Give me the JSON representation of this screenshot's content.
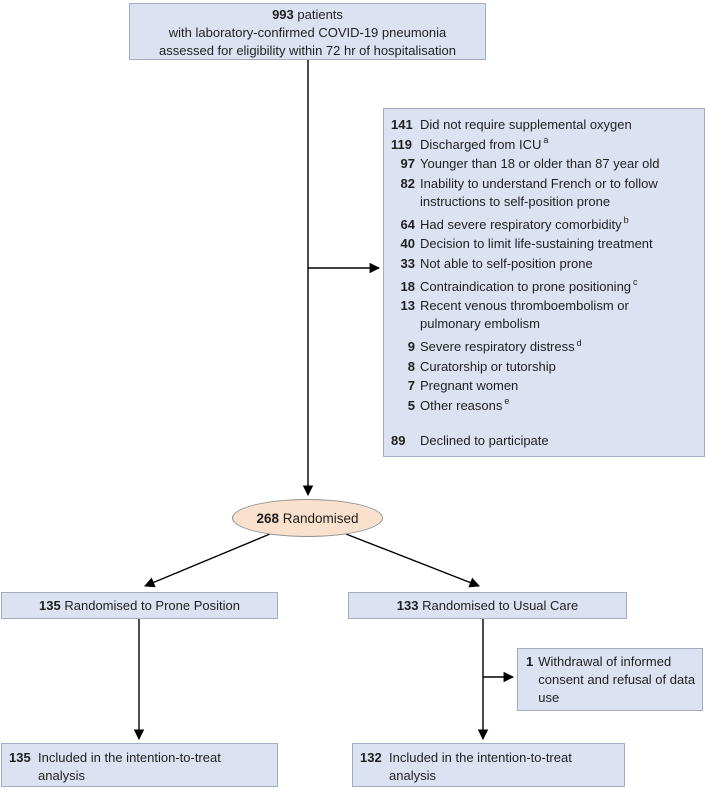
{
  "colors": {
    "box_fill": "#dbe3f2",
    "box_border": "#a3adbf",
    "ellipse_fill": "#f9e1cd",
    "ellipse_border": "#8f8f8f",
    "arrow": "#000000"
  },
  "top_box": {
    "number": "993",
    "line1_rest": " patients",
    "line2": "with laboratory-confirmed COVID-19 pneumonia",
    "line3": "assessed for eligibility within 72 hr of hospitalisation"
  },
  "exclusion_box": {
    "items": [
      {
        "number": "141",
        "text": "Did not require supplemental oxygen",
        "level": "main"
      },
      {
        "number": "119",
        "text": "Discharged from ICU",
        "sup": "a",
        "level": "main"
      },
      {
        "number": "97",
        "text": "Younger than 18 or older than 87 year old",
        "level": "sub"
      },
      {
        "number": "82",
        "text": "Inability to understand French or to follow",
        "text2": "instructions to self-position prone",
        "level": "sub"
      },
      {
        "number": "64",
        "text": "Had severe respiratory comorbidity",
        "sup": "b",
        "level": "sub",
        "gap": "small"
      },
      {
        "number": "40",
        "text": "Decision to limit life-sustaining treatment",
        "level": "sub"
      },
      {
        "number": "33",
        "text": "Not able to self-position prone",
        "level": "sub"
      },
      {
        "number": "18",
        "text": "Contraindication to prone positioning",
        "sup": "c",
        "level": "sub",
        "gap": "small"
      },
      {
        "number": "13",
        "text": "Recent venous thromboembolism or",
        "text2": "pulmonary embolism",
        "level": "sub"
      },
      {
        "number": "9",
        "text": "Severe respiratory distress",
        "sup": "d",
        "level": "sub",
        "gap": "small"
      },
      {
        "number": "8",
        "text": "Curatorship or tutorship",
        "level": "sub"
      },
      {
        "number": "7",
        "text": "Pregnant women",
        "level": "sub"
      },
      {
        "number": "5",
        "text": "Other reasons",
        "sup": "e",
        "level": "sub"
      },
      {
        "number": "89",
        "text": "Declined to participate",
        "level": "main",
        "gap": "large"
      }
    ]
  },
  "randomised": {
    "number": "268",
    "label": "Randomised"
  },
  "arm_left": {
    "number": "135",
    "label": "Randomised to Prone Position"
  },
  "arm_right": {
    "number": "133",
    "label": "Randomised to Usual Care"
  },
  "withdrawal_box": {
    "number": "1",
    "text": "Withdrawal of informed consent and refusal of data use"
  },
  "itt_left": {
    "number": "135",
    "text": "Included in the intention-to-treat analysis"
  },
  "itt_right": {
    "number": "132",
    "text": "Included in the intention-to-treat analysis"
  }
}
